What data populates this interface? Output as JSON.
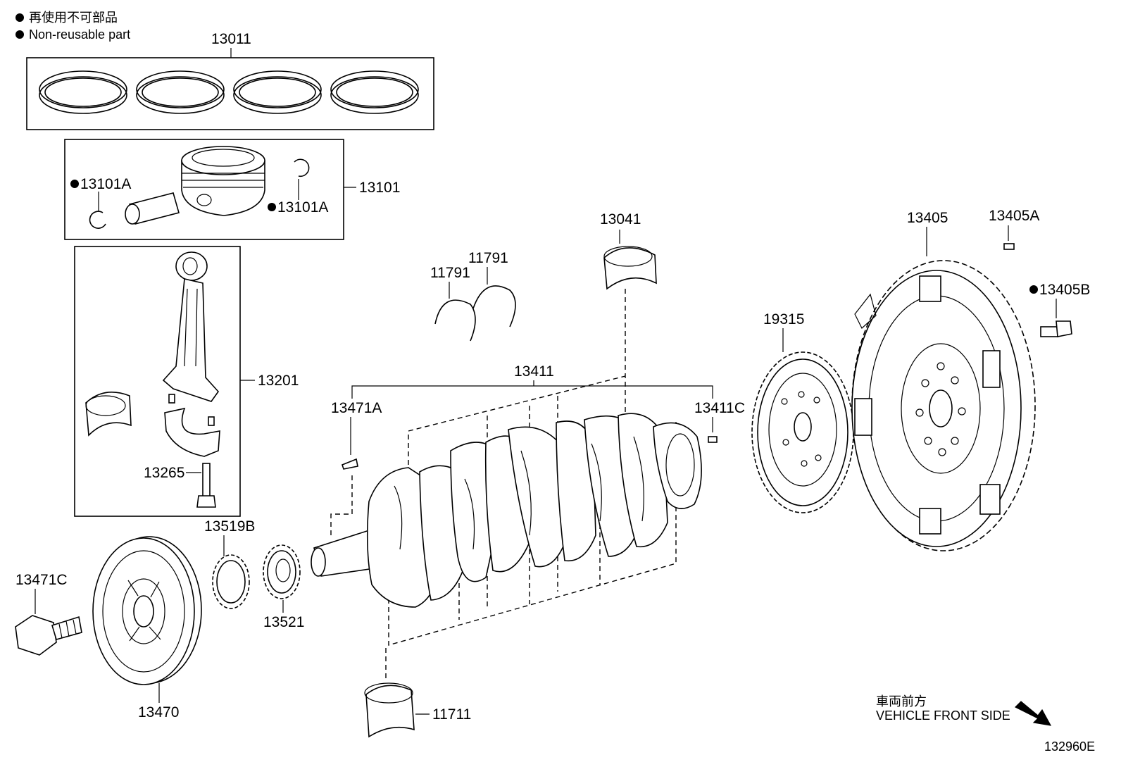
{
  "legend": {
    "jp": "再使用不可部品",
    "en": "Non-reusable part"
  },
  "labels": {
    "p13011": "13011",
    "p13101": "13101",
    "p13101A_left": "13101A",
    "p13101A_right": "13101A",
    "p13201": "13201",
    "p13265": "13265",
    "p13041": "13041",
    "p11791_a": "11791",
    "p11791_b": "11791",
    "p13411": "13411",
    "p13471A": "13471A",
    "p13411C": "13411C",
    "p19315": "19315",
    "p13405": "13405",
    "p13405A": "13405A",
    "p13405B": "13405B",
    "p13519B": "13519B",
    "p13521": "13521",
    "p13471C": "13471C",
    "p13470": "13470",
    "p11711": "11711"
  },
  "front": {
    "jp": "車両前方",
    "en": "VEHICLE FRONT SIDE"
  },
  "diagram_id": "132960E"
}
